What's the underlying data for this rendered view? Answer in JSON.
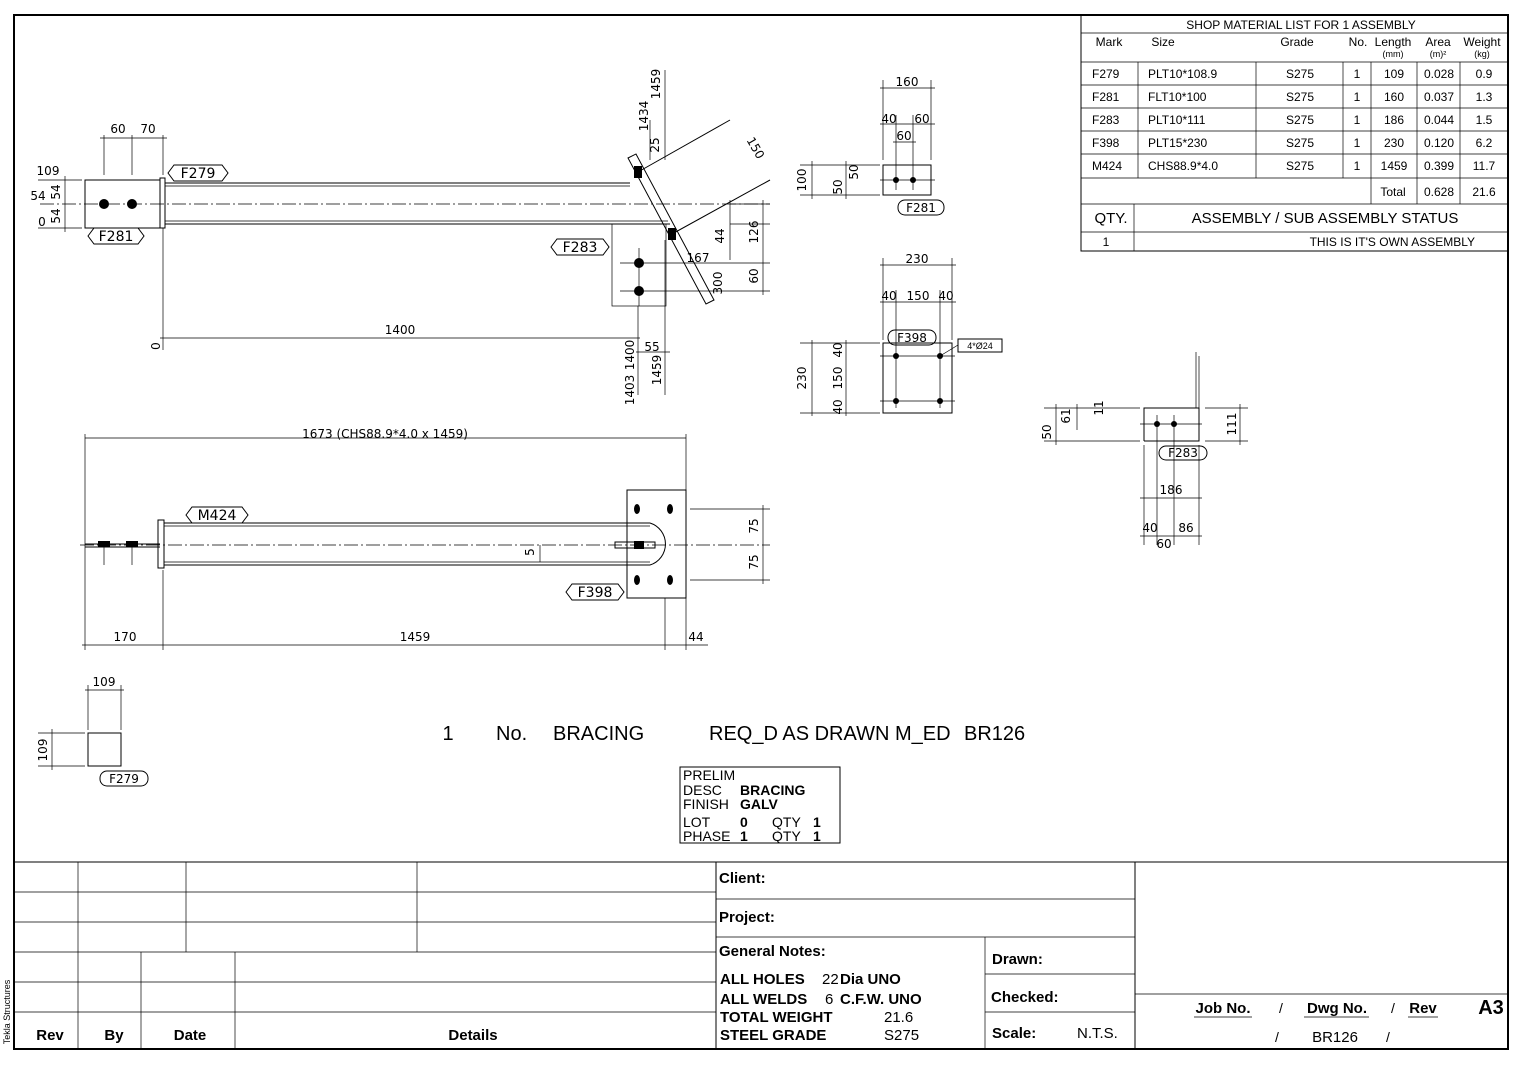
{
  "bom": {
    "title": "SHOP MATERIAL LIST FOR 1 ASSEMBLY",
    "headers": {
      "mark": "Mark",
      "size": "Size",
      "grade": "Grade",
      "no": "No.",
      "length": "Length",
      "length_unit": "(mm)",
      "area": "Area",
      "area_unit": "(m)²",
      "weight": "Weight",
      "weight_unit": "(kg)"
    },
    "rows": [
      {
        "mark": "F279",
        "size": "PLT10*108.9",
        "grade": "S275",
        "no": "1",
        "length": "109",
        "area": "0.028",
        "weight": "0.9"
      },
      {
        "mark": "F281",
        "size": "FLT10*100",
        "grade": "S275",
        "no": "1",
        "length": "160",
        "area": "0.037",
        "weight": "1.3"
      },
      {
        "mark": "F283",
        "size": "PLT10*111",
        "grade": "S275",
        "no": "1",
        "length": "186",
        "area": "0.044",
        "weight": "1.5"
      },
      {
        "mark": "F398",
        "size": "PLT15*230",
        "grade": "S275",
        "no": "1",
        "length": "230",
        "area": "0.120",
        "weight": "6.2"
      },
      {
        "mark": "M424",
        "size": "CHS88.9*4.0",
        "grade": "S275",
        "no": "1",
        "length": "1459",
        "area": "0.399",
        "weight": "11.7"
      }
    ],
    "total_label": "Total",
    "total_area": "0.628",
    "total_weight": "21.6",
    "qty_label": "QTY.",
    "status_label": "ASSEMBLY / SUB ASSEMBLY STATUS",
    "qty_value": "1",
    "status_value": "THIS IS IT'S OWN ASSEMBLY"
  },
  "title_line": {
    "qty": "1",
    "no": "No.",
    "name": "BRACING",
    "req": "REQ_D AS DRAWN M_ED",
    "ref": "BR126"
  },
  "prelim": {
    "prelim": "PRELIM",
    "desc_label": "DESC",
    "desc": "BRACING",
    "finish_label": "FINISH",
    "finish": "GALV",
    "lot_label": "LOT",
    "lot": "0",
    "qty_label": "QTY",
    "lot_qty": "1",
    "phase_label": "PHASE",
    "phase": "1",
    "phase_qty": "1"
  },
  "marks": {
    "f279": "F279",
    "f281": "F281",
    "f283": "F283",
    "f398": "F398",
    "m424": "M424",
    "holes": "4*Ø24"
  },
  "dims": {
    "top": {
      "d60": "60",
      "d70": "70",
      "d109": "109",
      "d54a": "54",
      "d54b": "54",
      "d54c": "54",
      "d0a": "0",
      "d1400": "1400",
      "d0b": "0",
      "d1459": "1459",
      "d1434": "1434",
      "d25": "25",
      "d150": "150",
      "d44": "44",
      "d126": "126",
      "d167": "167",
      "d60b": "60",
      "d300": "300",
      "d55": "55",
      "d1403": "1403",
      "d1400b": "1400",
      "d1459b": "1459"
    },
    "side": {
      "d1673": "1673 (CHS88.9*4.0 x 1459)",
      "d75a": "75",
      "d75b": "75",
      "d5": "5",
      "d170": "170",
      "d1459": "1459",
      "d44": "44"
    },
    "f281": {
      "d160": "160",
      "d40": "40",
      "d60a": "60",
      "d60b": "60",
      "d100": "100",
      "d50a": "50",
      "d50b": "50"
    },
    "f398": {
      "d230": "230",
      "d40a": "40",
      "d150": "150",
      "d40b": "40",
      "d230v": "230",
      "d40c": "40",
      "d150v": "150",
      "d40d": "40"
    },
    "f283": {
      "d61": "61",
      "d11": "11",
      "d50": "50",
      "d111": "111",
      "d186": "186",
      "d40": "40",
      "d86": "86",
      "d60": "60"
    },
    "f279": {
      "d109h": "109",
      "d109v": "109"
    }
  },
  "titleblock": {
    "rev": "Rev",
    "by": "By",
    "date": "Date",
    "details": "Details",
    "client": "Client:",
    "project": "Project:",
    "general_notes": "General Notes:",
    "holes_label": "ALL HOLES",
    "holes_size": "22",
    "holes_suffix": "Dia UNO",
    "welds_label": "ALL WELDS",
    "welds_size": "6",
    "welds_suffix": "C.F.W.  UNO",
    "tw_label": "TOTAL WEIGHT",
    "tw_value": "21.6",
    "sg_label": "STEEL GRADE",
    "sg_value": "S275",
    "drawn": "Drawn:",
    "checked": "Checked:",
    "scale": "Scale:",
    "scale_value": "N.T.S.",
    "job": "Job No.",
    "slash1": "/",
    "dwg": "Dwg No.",
    "slash2": "/",
    "revl": "Rev",
    "size": "A3",
    "slash3": "/",
    "dwg_value": "BR126",
    "slash4": "/",
    "vendor": "Tekla Structures"
  }
}
